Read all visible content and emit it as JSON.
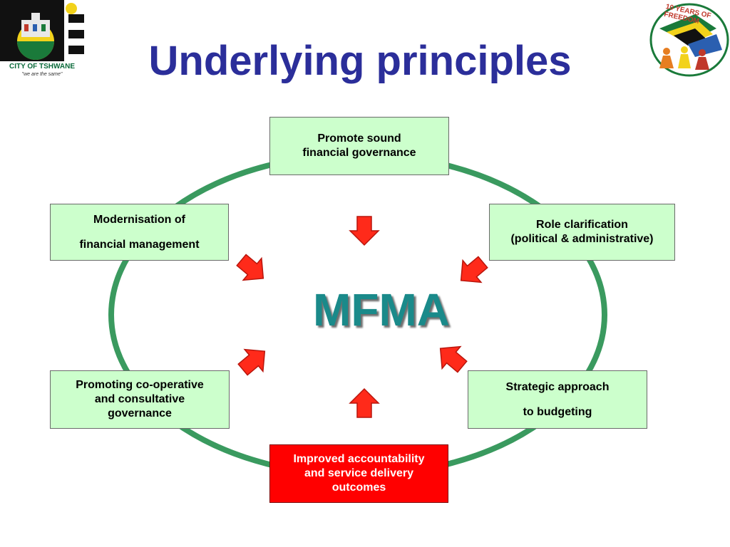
{
  "title": "Underlying principles",
  "logos": {
    "left": {
      "icon": "city-of-tshwane-logo",
      "caption": "CITY OF TSHWANE",
      "tagline": "\"we are the same\""
    },
    "right": {
      "icon": "ten-years-of-freedom-logo",
      "text": "10 YEARS OF FREEDOM"
    }
  },
  "center": {
    "label": "MFMA",
    "color": "#1a8a8a"
  },
  "boxes": {
    "top": "Promote sound\nfinancial governance",
    "upper_left": "Modernisation of\nfinancial management",
    "upper_right": "Role clarification\n(political & administrative)",
    "lower_left": "Promoting co-operative\n   and consultative\n   governance",
    "lower_right": "Strategic approach\nto budgeting",
    "bottom": "Improved accountability\n   and service delivery\n   outcomes"
  },
  "colors": {
    "title": "#2b2e9a",
    "ring": "#3a9a5f",
    "box_fill": "#ccffcc",
    "highlight_box": "#ff0000",
    "arrow": "#ff2a1a"
  }
}
